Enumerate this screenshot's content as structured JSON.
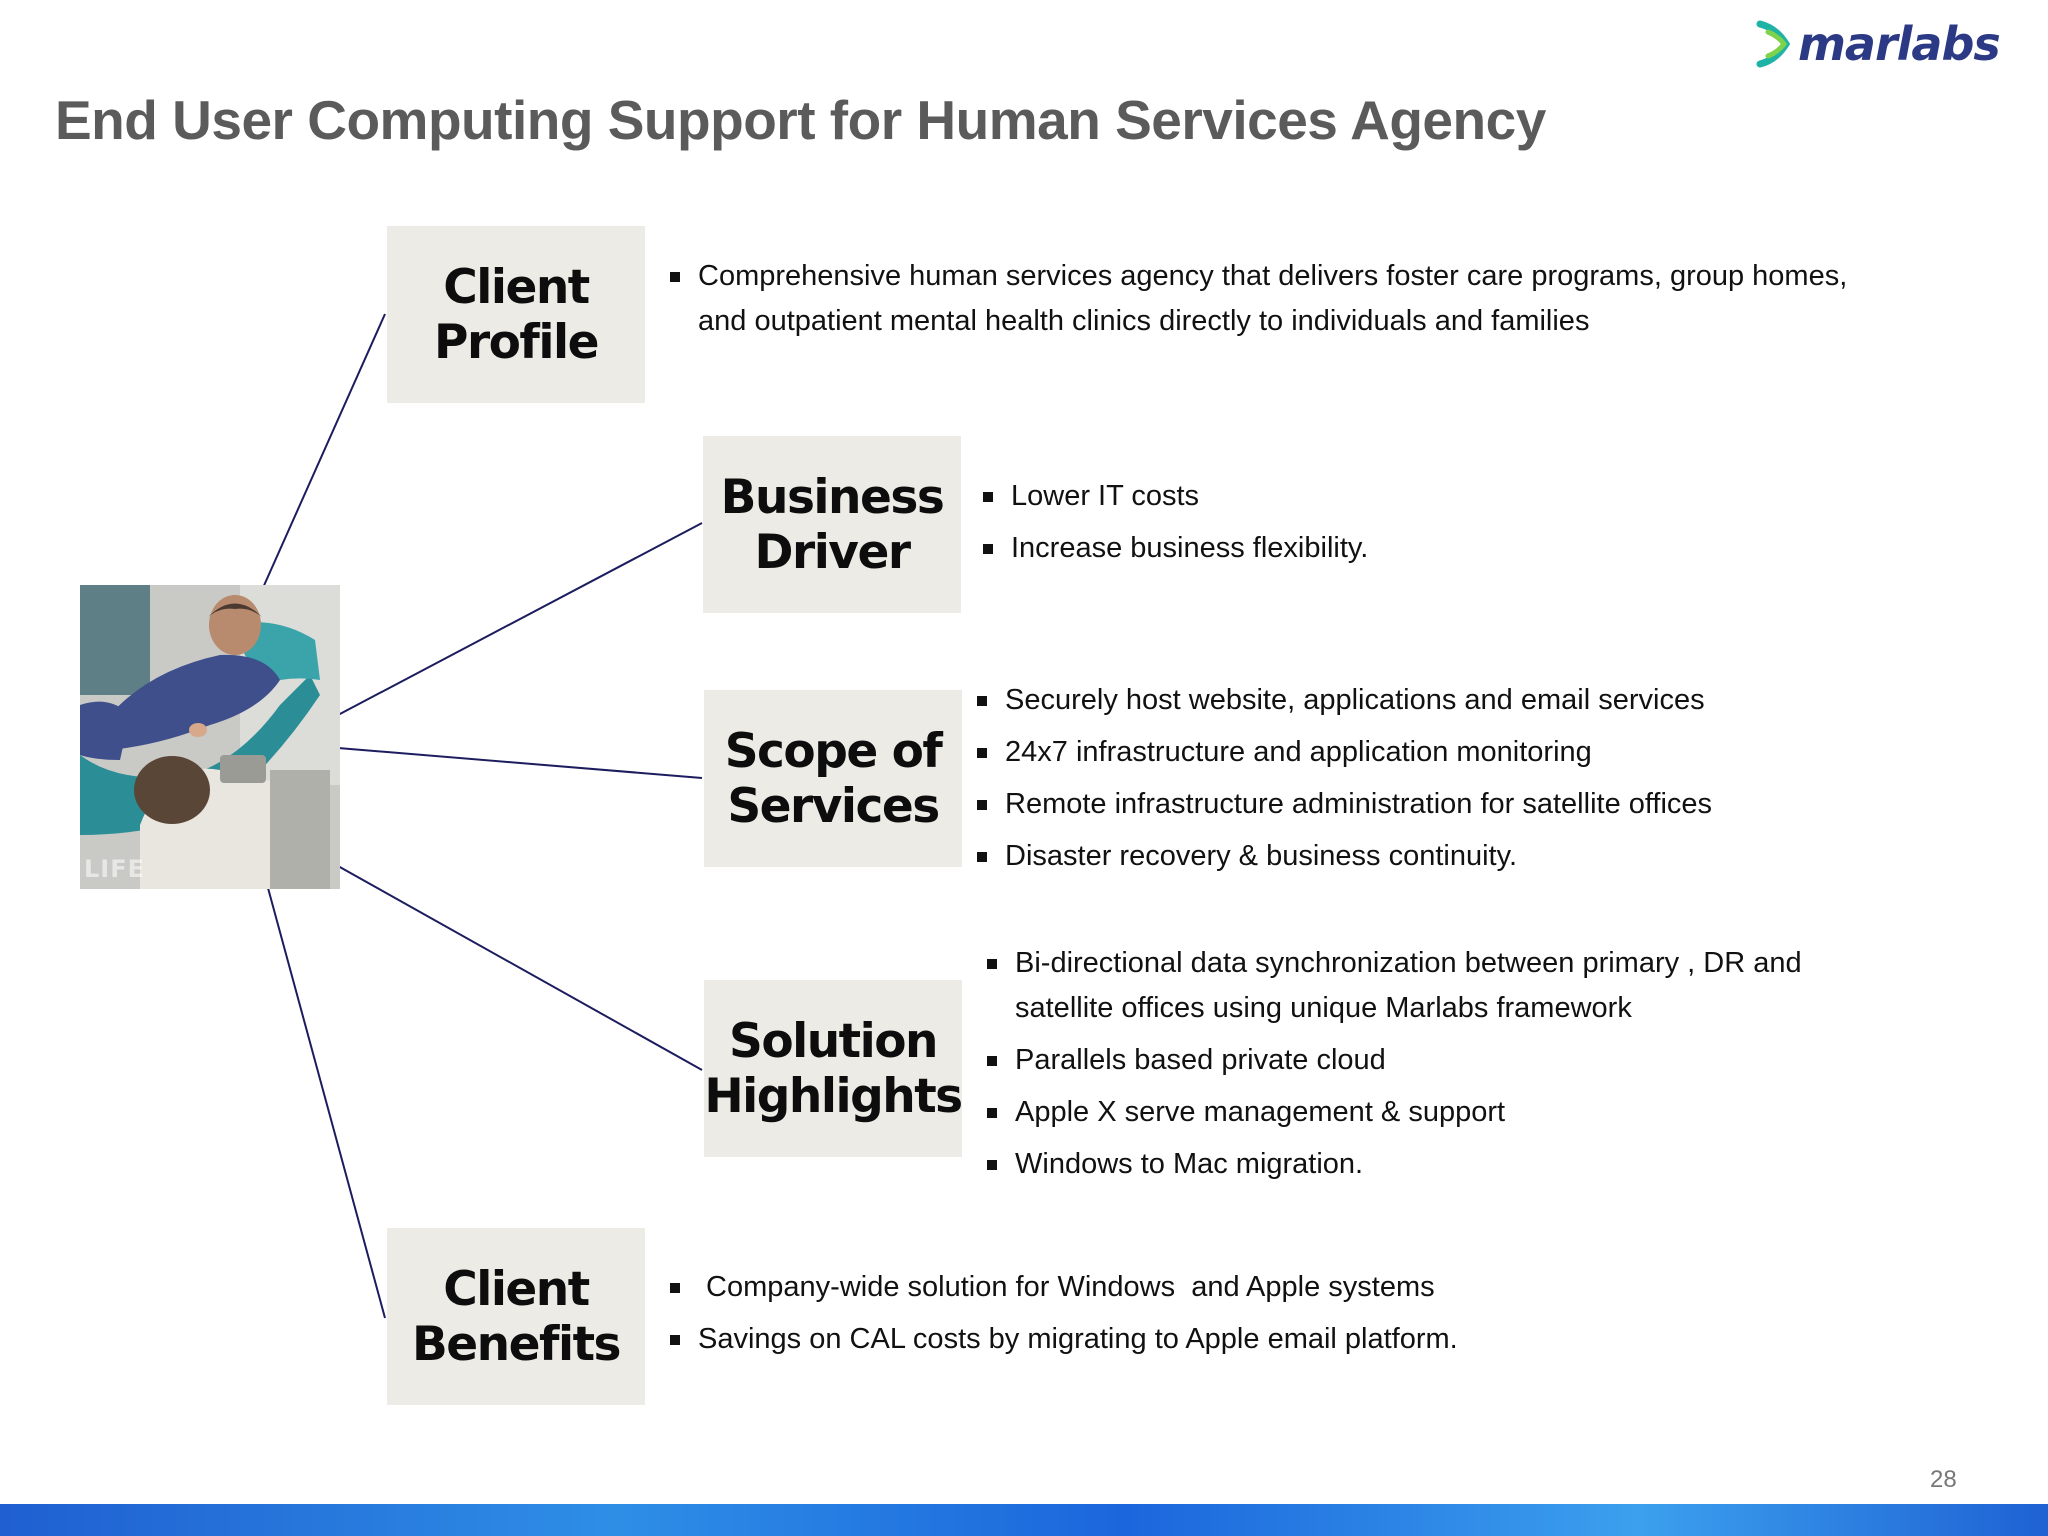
{
  "brand": {
    "name": "marlabs",
    "accent": "#2c3985"
  },
  "title": "End User Computing Support for Human Services Agency",
  "page_number": "28",
  "photo": {
    "watermark": "LIFE"
  },
  "sections": {
    "client_profile": {
      "label": "Client\nProfile",
      "bullets": [
        "Comprehensive human services  agency that delivers foster care programs, group homes, and outpatient mental health clinics directly to individuals and families"
      ]
    },
    "business_driver": {
      "label": "Business\nDriver",
      "bullets": [
        "Lower IT costs",
        "Increase business  flexibility."
      ]
    },
    "scope_of_services": {
      "label": "Scope of\nServices",
      "bullets": [
        "Securely host  website, applications  and email  services",
        "24x7 infrastructure and application monitoring",
        "Remote infrastructure administration for satellite offices",
        "Disaster recovery & business continuity."
      ]
    },
    "solution_highlights": {
      "label": "Solution\nHighlights",
      "bullets": [
        "Bi-directional data synchronization between primary , DR and satellite offices  using unique Marlabs framework",
        "Parallels based private cloud",
        "Apple X serve management & support",
        "Windows to Mac migration."
      ]
    },
    "client_benefits": {
      "label": "Client\nBenefits",
      "bullets": [
        " Company-wide solution for Windows  and Apple systems",
        "Savings on CAL costs  by migrating to Apple email platform."
      ]
    }
  },
  "colors": {
    "connector": "#1c1c5e",
    "box_fill": "#ecebe5",
    "title": "#5b5b5b"
  }
}
